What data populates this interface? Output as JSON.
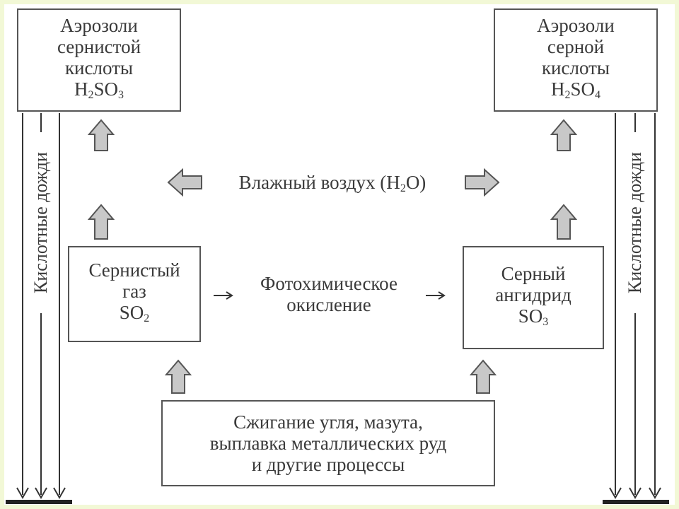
{
  "boxes": {
    "sulfurous_aerosols": {
      "line1": "Аэрозоли",
      "line2": "сернистой",
      "line3": "кислоты",
      "formula": "H2SO3"
    },
    "sulfuric_aerosols": {
      "line1": "Аэрозоли",
      "line2": "серной",
      "line3": "кислоты",
      "formula": "H2SO4"
    },
    "sulfur_dioxide": {
      "line1": "Сернистый",
      "line2": "газ",
      "formula": "SO2"
    },
    "sulfur_trioxide": {
      "line1": "Серный",
      "line2": "ангидрид",
      "formula": "SO3"
    },
    "combustion": {
      "line1": "Сжигание угля, мазута,",
      "line2": "выплавка металлических руд",
      "line3": "и другие процессы"
    }
  },
  "labels": {
    "humid_air": "Влажный воздух (H2O)",
    "photochem_line1": "Фотохимическое",
    "photochem_line2": "окисление",
    "acid_rain": "Кислотные дожди"
  },
  "colors": {
    "arrow_fill": "#c8c8c8",
    "stroke": "#555555"
  }
}
